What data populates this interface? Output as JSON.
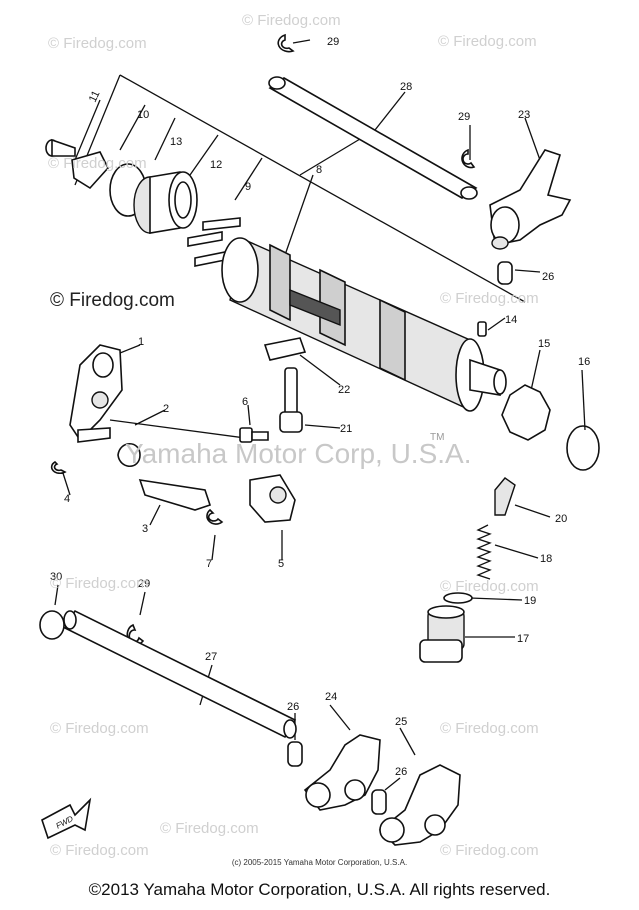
{
  "watermarks": {
    "small": "© Firedog.com",
    "large": "© Firedog.com",
    "center": "Yamaha Motor Corp, U.S.A.",
    "trademark": "TM"
  },
  "copyright_small": "(c) 2005-2015 Yamaha Motor Corporation, U.S.A.",
  "footer": "©2013 Yamaha Motor Corporation, U.S.A. All rights reserved.",
  "fwd_label": "FWD",
  "part_labels": [
    "29",
    "28",
    "11",
    "10",
    "13",
    "12",
    "9",
    "8",
    "29",
    "23",
    "26",
    "14",
    "1",
    "2",
    "6",
    "22",
    "21",
    "15",
    "16",
    "4",
    "3",
    "7",
    "5",
    "20",
    "18",
    "19",
    "17",
    "30",
    "29",
    "27",
    "24",
    "25",
    "26",
    "26"
  ]
}
